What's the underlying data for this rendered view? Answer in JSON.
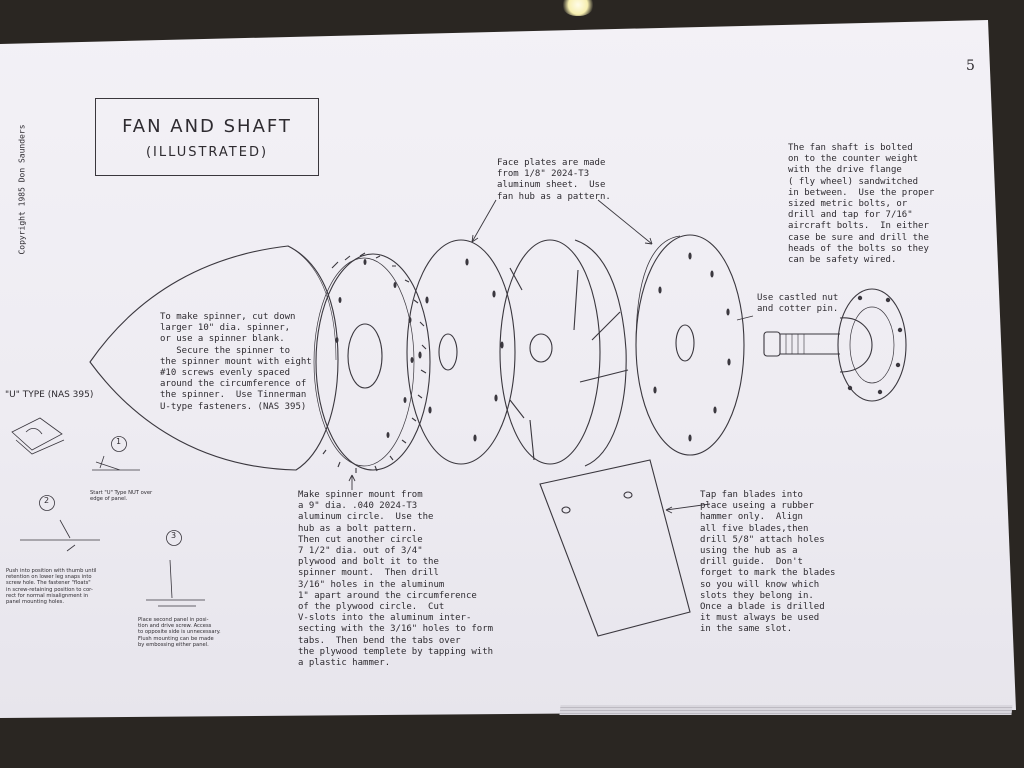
{
  "page": {
    "page_number": "5",
    "title": "FAN AND SHAFT",
    "subtitle": "(ILLUSTRATED)",
    "copyright": "Copyright 1985 Don Saunders",
    "u_type_label": "\"U\" TYPE (NAS 395)"
  },
  "notes": {
    "spinner": "To make spinner, cut down\nlarger 10\" dia. spinner,\nor use a spinner blank.\n   Secure the spinner to\nthe spinner mount with eight\n#10 screws evenly spaced\naround the circumference of\nthe spinner.  Use Tinnerman\nU-type fasteners. (NAS 395)",
    "face_plates": "Face plates are made\nfrom 1/8\" 2024-T3\naluminum sheet.  Use\nfan hub as a pattern.",
    "shaft": "The fan shaft is bolted\non to the counter weight\nwith the drive flange\n( fly wheel) sandwitched\nin between.  Use the proper\nsized metric bolts, or\ndrill and tap for 7/16\"\naircraft bolts.  In either\ncase be sure and drill the\nheads of the bolts so they\ncan be safety wired.",
    "castle_nut": "Use castled nut\nand cotter pin.",
    "spinner_mount": "Make spinner mount from\na 9\" dia. .040 2024-T3\naluminum circle.  Use the\nhub as a bolt pattern.\nThen cut another circle\n7 1/2\" dia. out of 3/4\"\nplywood and bolt it to the\nspinner mount.  Then drill\n3/16\" holes in the aluminum\n1\" apart around the circumference\nof the plywood circle.  Cut\nV-slots into the aluminum inter-\nsecting with the 3/16\" holes to form\ntabs.  Then bend the tabs over\nthe plywood templete by tapping with\na plastic hammer.",
    "blades": "Tap fan blades into\nplace useing a rubber\nhammer only.  Align\nall five blades,then\ndrill 5/8\" attach holes\nusing the hub as a\ndrill guide.  Don't\nforget to mark the blades\nso you will know which\nslots they belong in.\nOnce a blade is drilled\nit must always be used\nin the same slot."
  },
  "steps": {
    "step1_number": "1",
    "step1_text": "Start \"U\" Type NUT over\nedge of panel.",
    "step2_number": "2",
    "step2_text": "Push into position with thumb until\nretention on lower leg snaps into\nscrew hole. The fastener \"floats\"\nin screw-retaining position to cor-\nrect for normal misalignment in\npanel mounting holes.",
    "step3_number": "3",
    "step3_text": "Place second panel in posi-\ntion and drive screw. Access\nto opposite side is unnecessary.\nFlush mounting can be made\nby embossing either panel."
  },
  "colors": {
    "paper": "#f1eff5",
    "ink": "#2e2b30",
    "background": "#2a2622"
  }
}
